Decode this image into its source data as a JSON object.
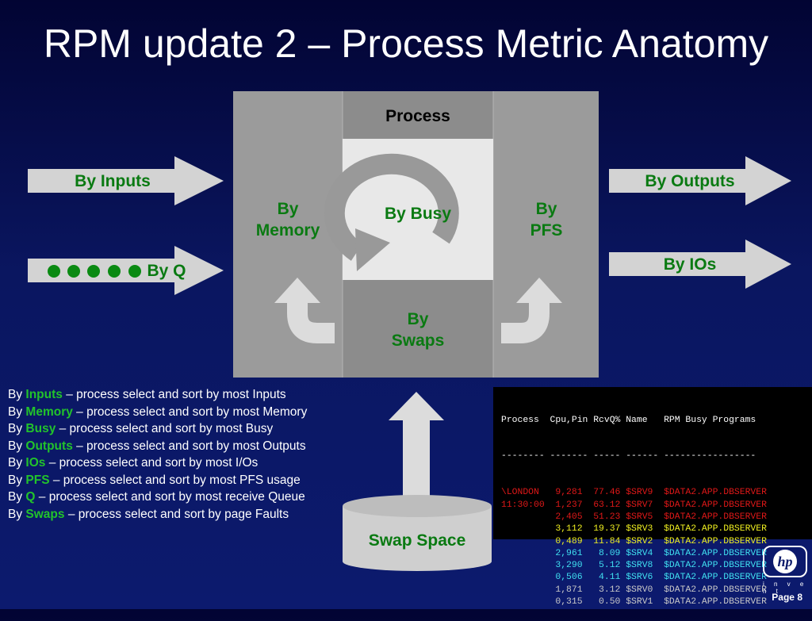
{
  "title": "RPM update 2 – Process Metric Anatomy",
  "diagram": {
    "process_label": "Process",
    "by_busy": "By Busy",
    "by_memory": [
      "By",
      "Memory"
    ],
    "by_pfs": [
      "By",
      "PFS"
    ],
    "by_swaps": [
      "By",
      "Swaps"
    ],
    "by_inputs": "By Inputs",
    "by_q": "By Q",
    "by_outputs": "By Outputs",
    "by_ios": "By IOs",
    "swap_space": "Swap Space"
  },
  "legend": [
    {
      "prefix": "By ",
      "keyword": "Inputs",
      "rest": " – process select and sort by most Inputs"
    },
    {
      "prefix": "By ",
      "keyword": "Memory",
      "rest": " – process select and sort by most Memory"
    },
    {
      "prefix": "By ",
      "keyword": "Busy",
      "rest": " – process select and sort by most Busy"
    },
    {
      "prefix": "By ",
      "keyword": "Outputs",
      "rest": " – process select and sort by most Outputs"
    },
    {
      "prefix": "By ",
      "keyword": "IOs",
      "rest": " – process select and sort by most I/Os"
    },
    {
      "prefix": "By ",
      "keyword": "PFS",
      "rest": " – process select and sort by most PFS usage"
    },
    {
      "prefix": "By ",
      "keyword": "Q",
      "rest": " – process select and sort by most receive Queue"
    },
    {
      "prefix": "By ",
      "keyword": "Swaps",
      "rest": " – process select and sort by page Faults"
    }
  ],
  "console": {
    "header": "Process  Cpu,Pin RcvQ% Name   RPM Busy Programs",
    "divider": "-------- ------- ----- ------ -----------------",
    "rows": [
      {
        "text": "\\LONDON   9,281  77.46 $SRV9  $DATA2.APP.DBSERVER",
        "color": "#e01818"
      },
      {
        "text": "11:30:00  1,237  63.12 $SRV7  $DATA2.APP.DBSERVER",
        "color": "#e01818"
      },
      {
        "text": "          2,405  51.23 $SRV5  $DATA2.APP.DBSERVER",
        "color": "#e01818"
      },
      {
        "text": "          3,112  19.37 $SRV3  $DATA2.APP.DBSERVER",
        "color": "#f0f020"
      },
      {
        "text": "          0,489  11.84 $SRV2  $DATA2.APP.DBSERVER",
        "color": "#f0f020"
      },
      {
        "text": "          2,961   8.09 $SRV4  $DATA2.APP.DBSERVER",
        "color": "#40e0f0"
      },
      {
        "text": "          3,290   5.12 $SRV8  $DATA2.APP.DBSERVER",
        "color": "#40e0f0"
      },
      {
        "text": "          0,506   4.11 $SRV6  $DATA2.APP.DBSERVER",
        "color": "#40e0f0"
      },
      {
        "text": "          1,871   3.12 $SRV0  $DATA2.APP.DBSERVER",
        "color": "#c8c8c8"
      },
      {
        "text": "          0,315   0.50 $SRV1  $DATA2.APP.DBSERVER",
        "color": "#c8c8c8"
      }
    ]
  },
  "logo_text": "hp",
  "invent_text": "i n v e n t",
  "page": "Page 8"
}
